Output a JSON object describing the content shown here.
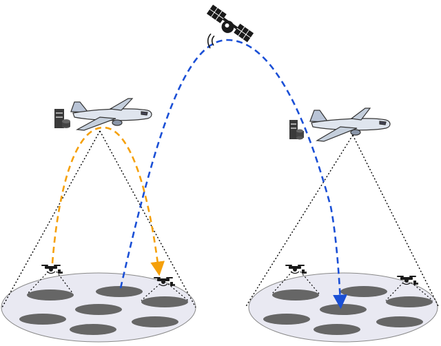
{
  "diagram": {
    "nodes": [
      {
        "id": "satellite",
        "icon": "satellite-icon"
      },
      {
        "id": "aircraft-left",
        "icon": "airplane-icon",
        "onboard": "server-icon"
      },
      {
        "id": "aircraft-right",
        "icon": "airplane-icon",
        "onboard": "server-icon"
      },
      {
        "id": "uav-left-1",
        "icon": "drone-icon"
      },
      {
        "id": "uav-left-2",
        "icon": "drone-icon"
      },
      {
        "id": "uav-right-1",
        "icon": "drone-icon"
      },
      {
        "id": "uav-right-2",
        "icon": "drone-icon"
      },
      {
        "id": "coverage-left",
        "icon": "ground-area",
        "clusters": 7
      },
      {
        "id": "coverage-right",
        "icon": "ground-area",
        "clusters": 7
      }
    ],
    "links": [
      {
        "from": "uav-left-1",
        "to": "aircraft-left",
        "style": "dashed",
        "color": "#f5a00a",
        "arrow": false
      },
      {
        "from": "aircraft-left",
        "to": "uav-left-2",
        "style": "dashed",
        "color": "#f5a00a",
        "arrow": true
      },
      {
        "from": "coverage-left",
        "to": "satellite",
        "style": "dashed",
        "color": "#1a4fd6",
        "arrow": false
      },
      {
        "from": "satellite",
        "to": "coverage-right",
        "style": "dashed",
        "color": "#1a4fd6",
        "arrow": true
      }
    ],
    "colors": {
      "orange_link": "#f5a00a",
      "blue_link": "#1a4fd6",
      "ground": "#e9e9f2",
      "cluster": "#666666",
      "coverage_lines": "#000000"
    }
  }
}
